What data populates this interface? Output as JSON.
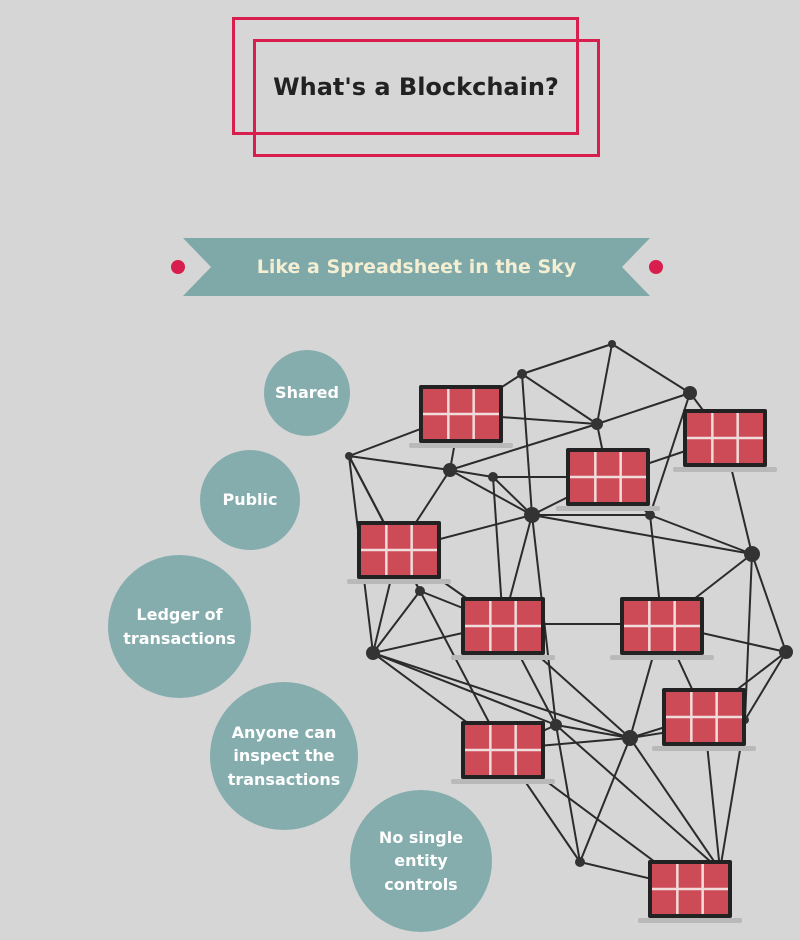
{
  "title": "What's a Blockchain?",
  "subtitle": "Like a Spreadsheet in the Sky",
  "bubbles": [
    "Shared",
    "Public",
    "Ledger of transactions",
    "Anyone can inspect the transactions",
    "No single entity controls"
  ],
  "colors": {
    "background": "#d6d6d6",
    "frame": "#d81e4c",
    "ribbon": "#7fa9a9",
    "ribbon_text": "#f4eed2",
    "bubble": "#86adad",
    "laptop_screen": "#cc4b57",
    "node": "#333333",
    "edge": "#2b2b2b"
  }
}
